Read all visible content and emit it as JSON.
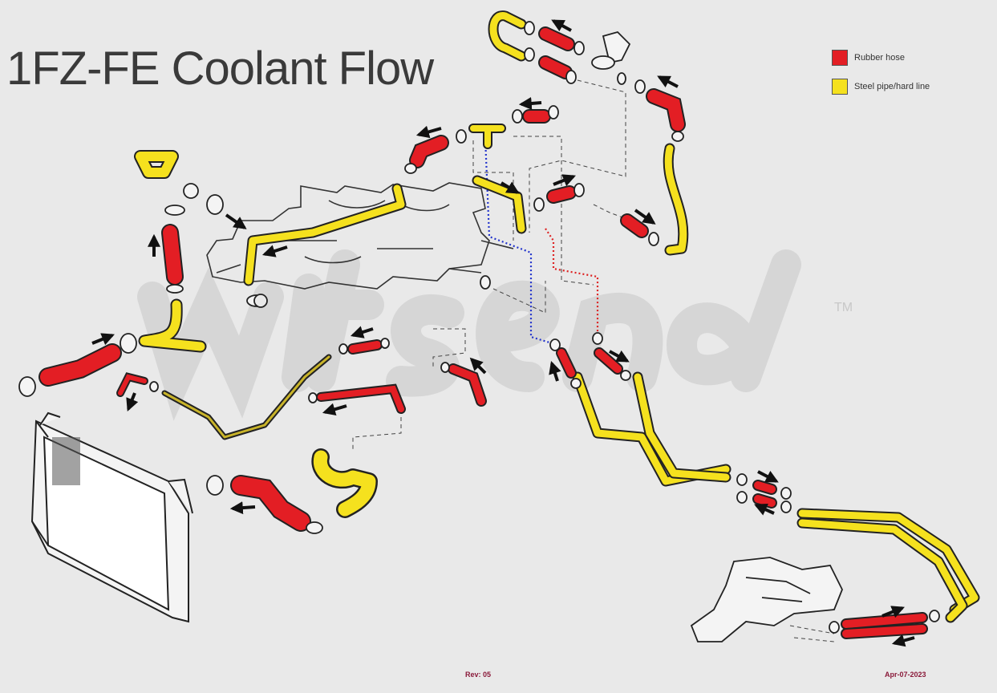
{
  "title": "1FZ-FE Coolant Flow",
  "legend": {
    "items": [
      {
        "label": "Rubber hose",
        "color": "#e31e24"
      },
      {
        "label": "Steel pipe/hard line",
        "color": "#f5e11e"
      }
    ]
  },
  "watermark": {
    "tm": "TM"
  },
  "footer": {
    "revision": "Rev: 05",
    "date": "Apr-07-2023"
  },
  "colors": {
    "rubber": "#e31e24",
    "steel": "#f5e11e",
    "outline": "#222222",
    "background": "#e9e9e9",
    "supply_line": "#2233cc",
    "return_line": "#dd2222"
  }
}
